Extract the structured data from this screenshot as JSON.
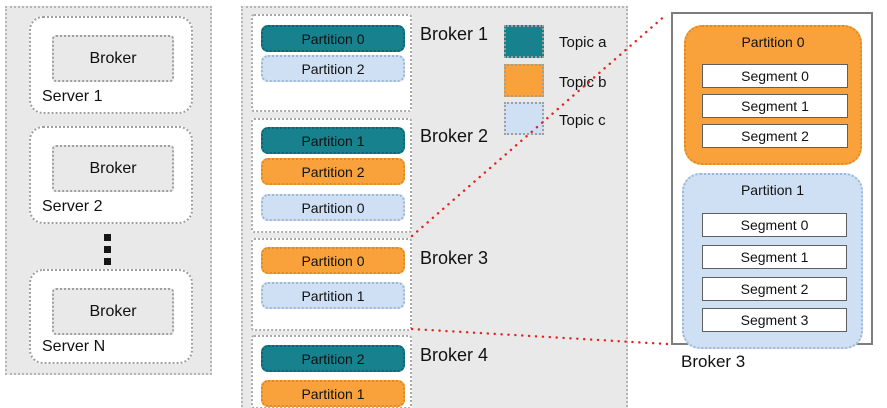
{
  "colors": {
    "topic_a": "#17818e",
    "topic_b": "#f9a23c",
    "topic_c": "#cfe0f5",
    "container_gray": "#e9e9e9",
    "connector_red": "#e42320"
  },
  "left_cluster": {
    "servers": [
      {
        "label": "Server 1",
        "broker_label": "Broker"
      },
      {
        "label": "Server 2",
        "broker_label": "Broker"
      },
      {
        "label": "Server N",
        "broker_label": "Broker"
      }
    ]
  },
  "middle_cluster": {
    "brokers": [
      {
        "label": "Broker 1",
        "partitions": [
          {
            "label": "Partition 0",
            "topic": "a"
          },
          {
            "label": "Partition 2",
            "topic": "c"
          }
        ]
      },
      {
        "label": "Broker 2",
        "partitions": [
          {
            "label": "Partition 1",
            "topic": "a"
          },
          {
            "label": "Partition 2",
            "topic": "b"
          },
          {
            "label": "Partition 0",
            "topic": "c"
          }
        ]
      },
      {
        "label": "Broker 3",
        "partitions": [
          {
            "label": "Partition 0",
            "topic": "b"
          },
          {
            "label": "Partition 1",
            "topic": "c"
          }
        ]
      },
      {
        "label": "Broker 4",
        "partitions": [
          {
            "label": "Partition 2",
            "topic": "a"
          },
          {
            "label": "Partition 1",
            "topic": "b"
          }
        ]
      }
    ],
    "legend": [
      {
        "label": "Topic a",
        "color": "#17818e"
      },
      {
        "label": "Topic b",
        "color": "#f9a23c"
      },
      {
        "label": "Topic c",
        "color": "#cfe0f5"
      }
    ]
  },
  "detail_panel": {
    "caption": "Broker 3",
    "partitions": [
      {
        "label": "Partition 0",
        "topic": "b",
        "segments": [
          "Segment 0",
          "Segment 1",
          "Segment 2"
        ]
      },
      {
        "label": "Partition 1",
        "topic": "c",
        "segments": [
          "Segment 0",
          "Segment 1",
          "Segment 2",
          "Segment 3"
        ]
      }
    ]
  }
}
